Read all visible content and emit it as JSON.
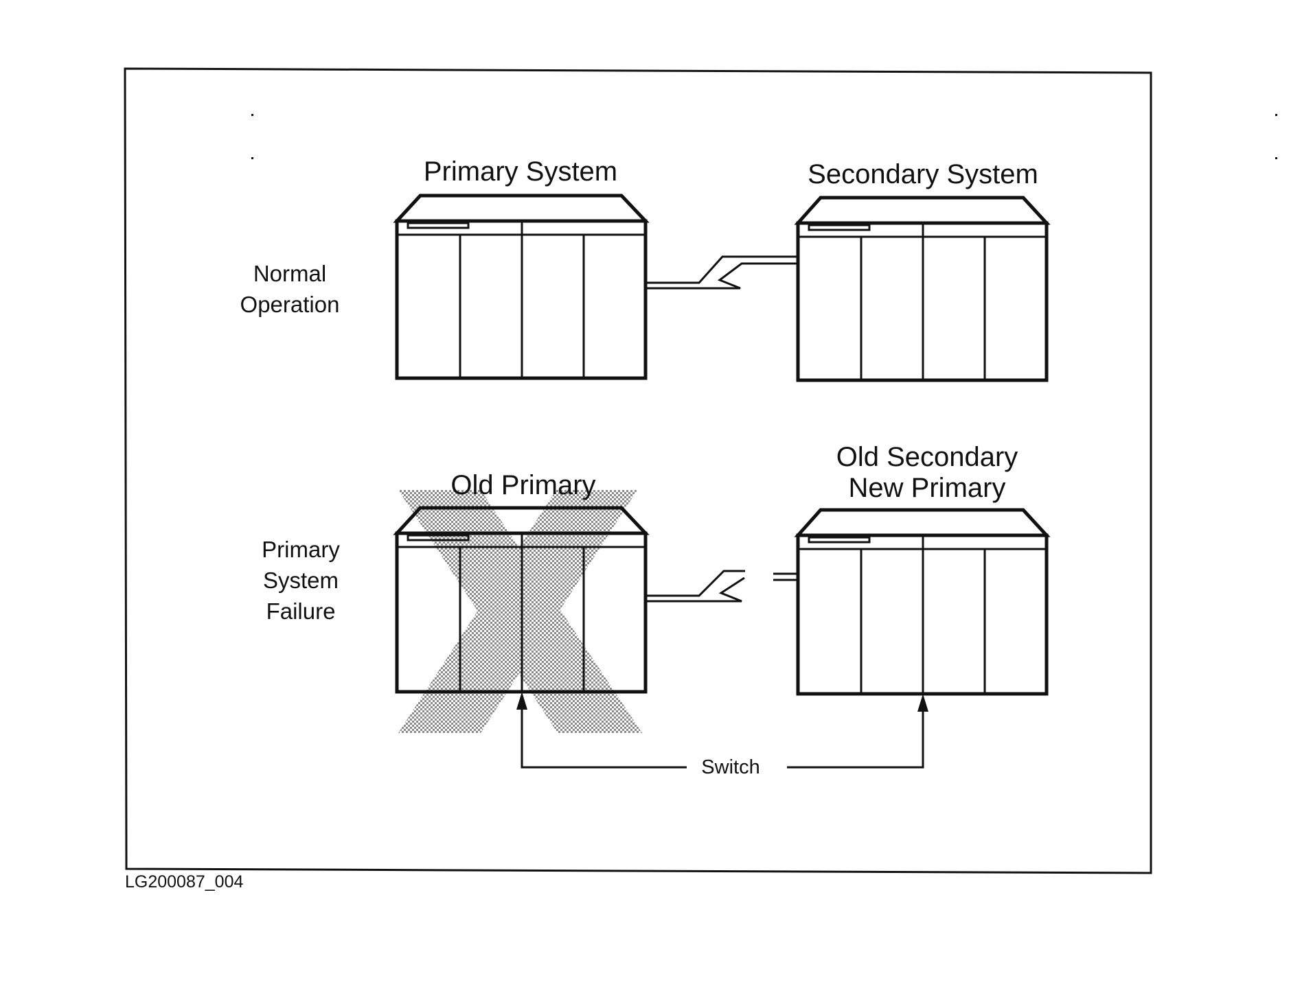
{
  "colors": {
    "ink": "#111111",
    "background": "#ffffff",
    "hatch": "#9a9a9a"
  },
  "labels": {
    "primary_system": "Primary System",
    "secondary_system": "Secondary System",
    "normal_operation": [
      "Normal",
      "Operation"
    ],
    "old_primary": "Old Primary",
    "old_secondary_new_primary": [
      "Old Secondary",
      "New Primary"
    ],
    "primary_system_failure": [
      "Primary",
      "System",
      "Failure"
    ],
    "switch": "Switch",
    "figure_id": "LG200087_004"
  },
  "icons": {
    "computer": "computer-cabinet-icon",
    "link": "communication-link-icon",
    "failure": "failure-x-icon",
    "arrow": "arrow-up-icon"
  }
}
